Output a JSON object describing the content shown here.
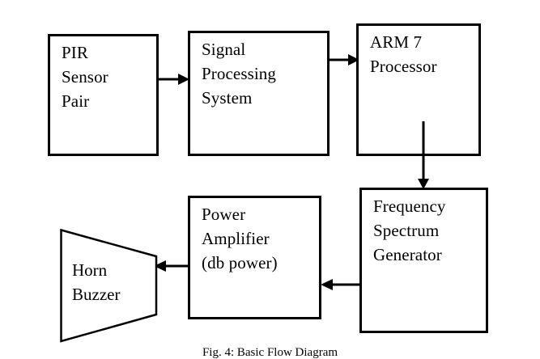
{
  "figure": {
    "caption": "Fig. 4: Basic Flow Diagram",
    "background_color": "#ffffff",
    "line_color": "#000000",
    "text_color": "#000000"
  },
  "nodes": {
    "pir_sensor_pair": {
      "label": "PIR\nSensor\nPair",
      "shape": "rectangle"
    },
    "signal_processing_system": {
      "label": "Signal\nProcessing\nSystem",
      "shape": "rectangle"
    },
    "arm7_processor": {
      "label": "ARM 7\nProcessor",
      "shape": "rectangle"
    },
    "frequency_spectrum_generator": {
      "label": "Frequency\nSpectrum\nGenerator",
      "shape": "rectangle"
    },
    "power_amplifier": {
      "label": "Power\nAmplifier\n(db power)",
      "shape": "rectangle"
    },
    "horn_buzzer": {
      "label": "Horn\nBuzzer",
      "shape": "trapezoid"
    }
  },
  "connectors": [
    {
      "name": "pir-to-signal",
      "from": "pir_sensor_pair",
      "to": "signal_processing_system",
      "direction": "right"
    },
    {
      "name": "signal-to-arm7",
      "from": "signal_processing_system",
      "to": "arm7_processor",
      "direction": "right"
    },
    {
      "name": "arm7-to-frequency",
      "from": "arm7_processor",
      "to": "frequency_spectrum_generator",
      "direction": "down"
    },
    {
      "name": "frequency-to-amplifier",
      "from": "frequency_spectrum_generator",
      "to": "power_amplifier",
      "direction": "left"
    },
    {
      "name": "amplifier-to-horn",
      "from": "power_amplifier",
      "to": "horn_buzzer",
      "direction": "left"
    }
  ]
}
